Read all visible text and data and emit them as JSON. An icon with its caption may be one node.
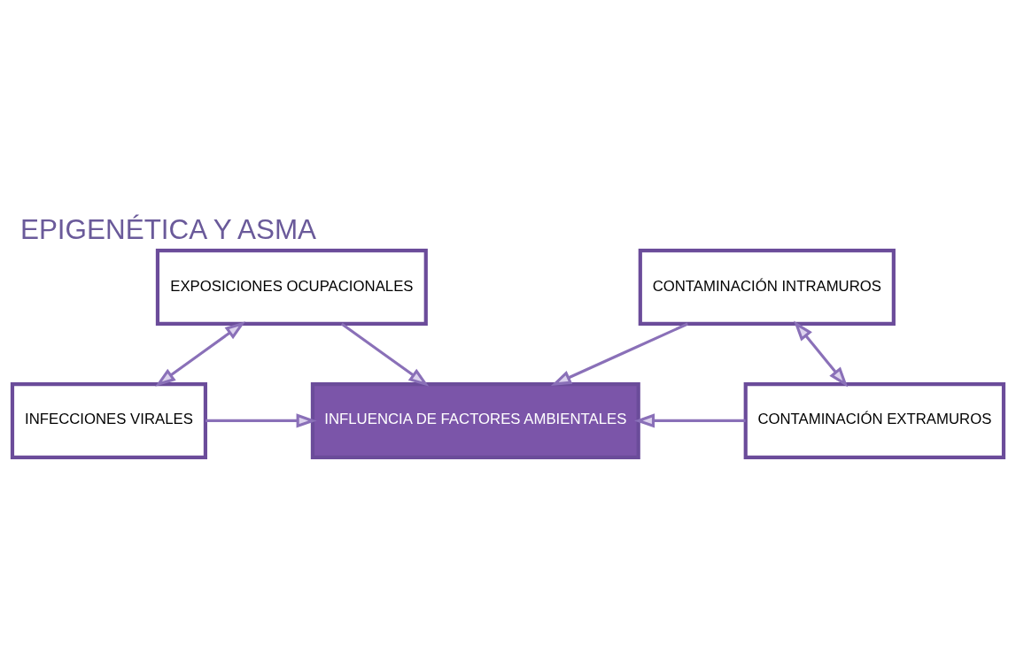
{
  "diagram": {
    "title": "EPIGENÉTICA Y ASMA",
    "nodes": [
      {
        "text": [
          "EXPOSICIONES OCUPACIONALES"
        ]
      },
      {
        "text": [
          "CONTAMINACIÓN INTRAMUROS"
        ]
      },
      {
        "text": [
          "INFLUENCIA DE FACTORES AMBIENTALES"
        ]
      },
      {
        "text": [
          "INFECCIONES VIRALES"
        ]
      },
      {
        "text": [
          "CONTAMINACIÓN EXTRAMUROS"
        ]
      }
    ],
    "edges": [
      {
        "from": 0,
        "to": 3,
        "arrow": "both"
      },
      {
        "from": 0,
        "to": 2,
        "arrow": "to"
      },
      {
        "from": 3,
        "to": 2,
        "arrow": "to"
      },
      {
        "from": 1,
        "to": 4,
        "arrow": "both"
      },
      {
        "from": 1,
        "to": 2,
        "arrow": "to"
      },
      {
        "from": 4,
        "to": 2,
        "arrow": "to"
      }
    ]
  }
}
